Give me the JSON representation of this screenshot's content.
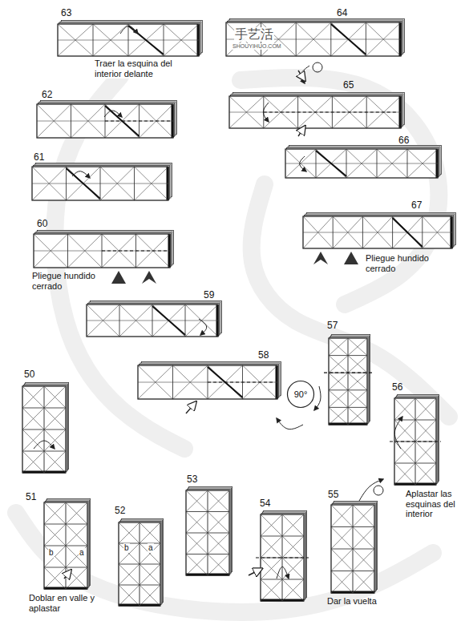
{
  "diagram": {
    "nodes": [
      {
        "text": [
          "90°"
        ]
      }
    ],
    "labels": [
      "63",
      "64",
      "手艺活",
      "SHOUYIHUO.COM",
      "Traer la esquina del interior delante",
      "62",
      "65",
      "66",
      "61",
      "67",
      "60",
      "Pliegue hundido cerrado",
      "Pliegue hundido cerrado",
      "59",
      "58",
      "57",
      "50",
      "56",
      "Aplastar las esquinas del interior",
      "51",
      "b",
      "a",
      "52",
      "b",
      "a",
      "53",
      "54",
      "55",
      "Doblar en valle y aplastar",
      "Dar la vuelta"
    ]
  }
}
